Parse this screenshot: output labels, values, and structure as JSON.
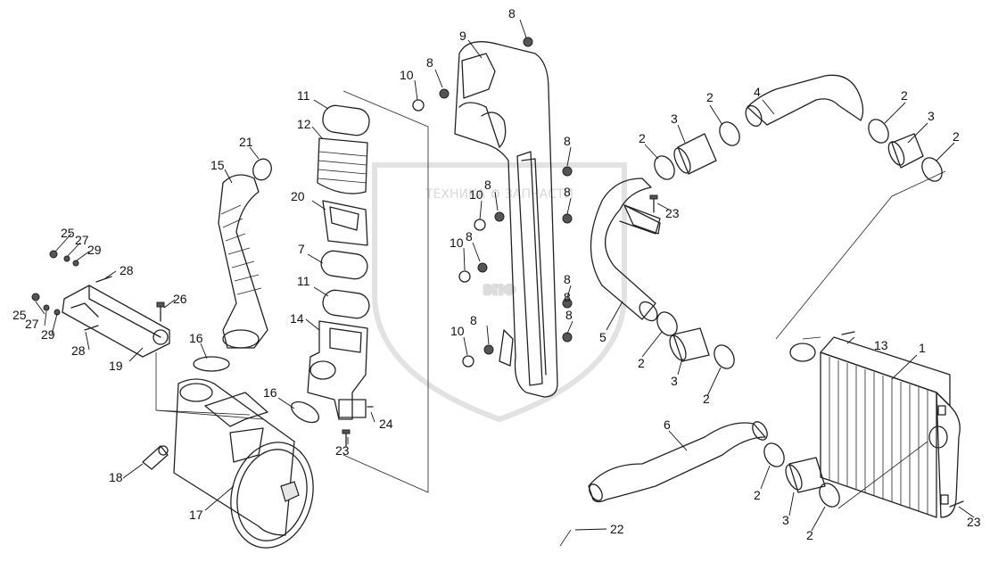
{
  "watermark": {
    "top_text": "ТЕХНИКА ⚙ ЗАПЧАСТИ",
    "big_text": "ЭПФ"
  },
  "callouts": [
    {
      "label": "1"
    },
    {
      "label": "2"
    },
    {
      "label": "2"
    },
    {
      "label": "2"
    },
    {
      "label": "2"
    },
    {
      "label": "2"
    },
    {
      "label": "2"
    },
    {
      "label": "2"
    },
    {
      "label": "2"
    },
    {
      "label": "3"
    },
    {
      "label": "3"
    },
    {
      "label": "3"
    },
    {
      "label": "3"
    },
    {
      "label": "4"
    },
    {
      "label": "5"
    },
    {
      "label": "6"
    },
    {
      "label": "7"
    },
    {
      "label": "8"
    },
    {
      "label": "8"
    },
    {
      "label": "8"
    },
    {
      "label": "8"
    },
    {
      "label": "8"
    },
    {
      "label": "8"
    },
    {
      "label": "8"
    },
    {
      "label": "8"
    },
    {
      "label": "8"
    },
    {
      "label": "8"
    },
    {
      "label": "9"
    },
    {
      "label": "10"
    },
    {
      "label": "10"
    },
    {
      "label": "10"
    },
    {
      "label": "10"
    },
    {
      "label": "11"
    },
    {
      "label": "11"
    },
    {
      "label": "12"
    },
    {
      "label": "13"
    },
    {
      "label": "14"
    },
    {
      "label": "15"
    },
    {
      "label": "16"
    },
    {
      "label": "16"
    },
    {
      "label": "17"
    },
    {
      "label": "18"
    },
    {
      "label": "19"
    },
    {
      "label": "20"
    },
    {
      "label": "21"
    },
    {
      "label": "22"
    },
    {
      "label": "23"
    },
    {
      "label": "23"
    },
    {
      "label": "23"
    },
    {
      "label": "24"
    },
    {
      "label": "25"
    },
    {
      "label": "25"
    },
    {
      "label": "26"
    },
    {
      "label": "27"
    },
    {
      "label": "27"
    },
    {
      "label": "28"
    },
    {
      "label": "28"
    },
    {
      "label": "29"
    },
    {
      "label": "29"
    }
  ]
}
